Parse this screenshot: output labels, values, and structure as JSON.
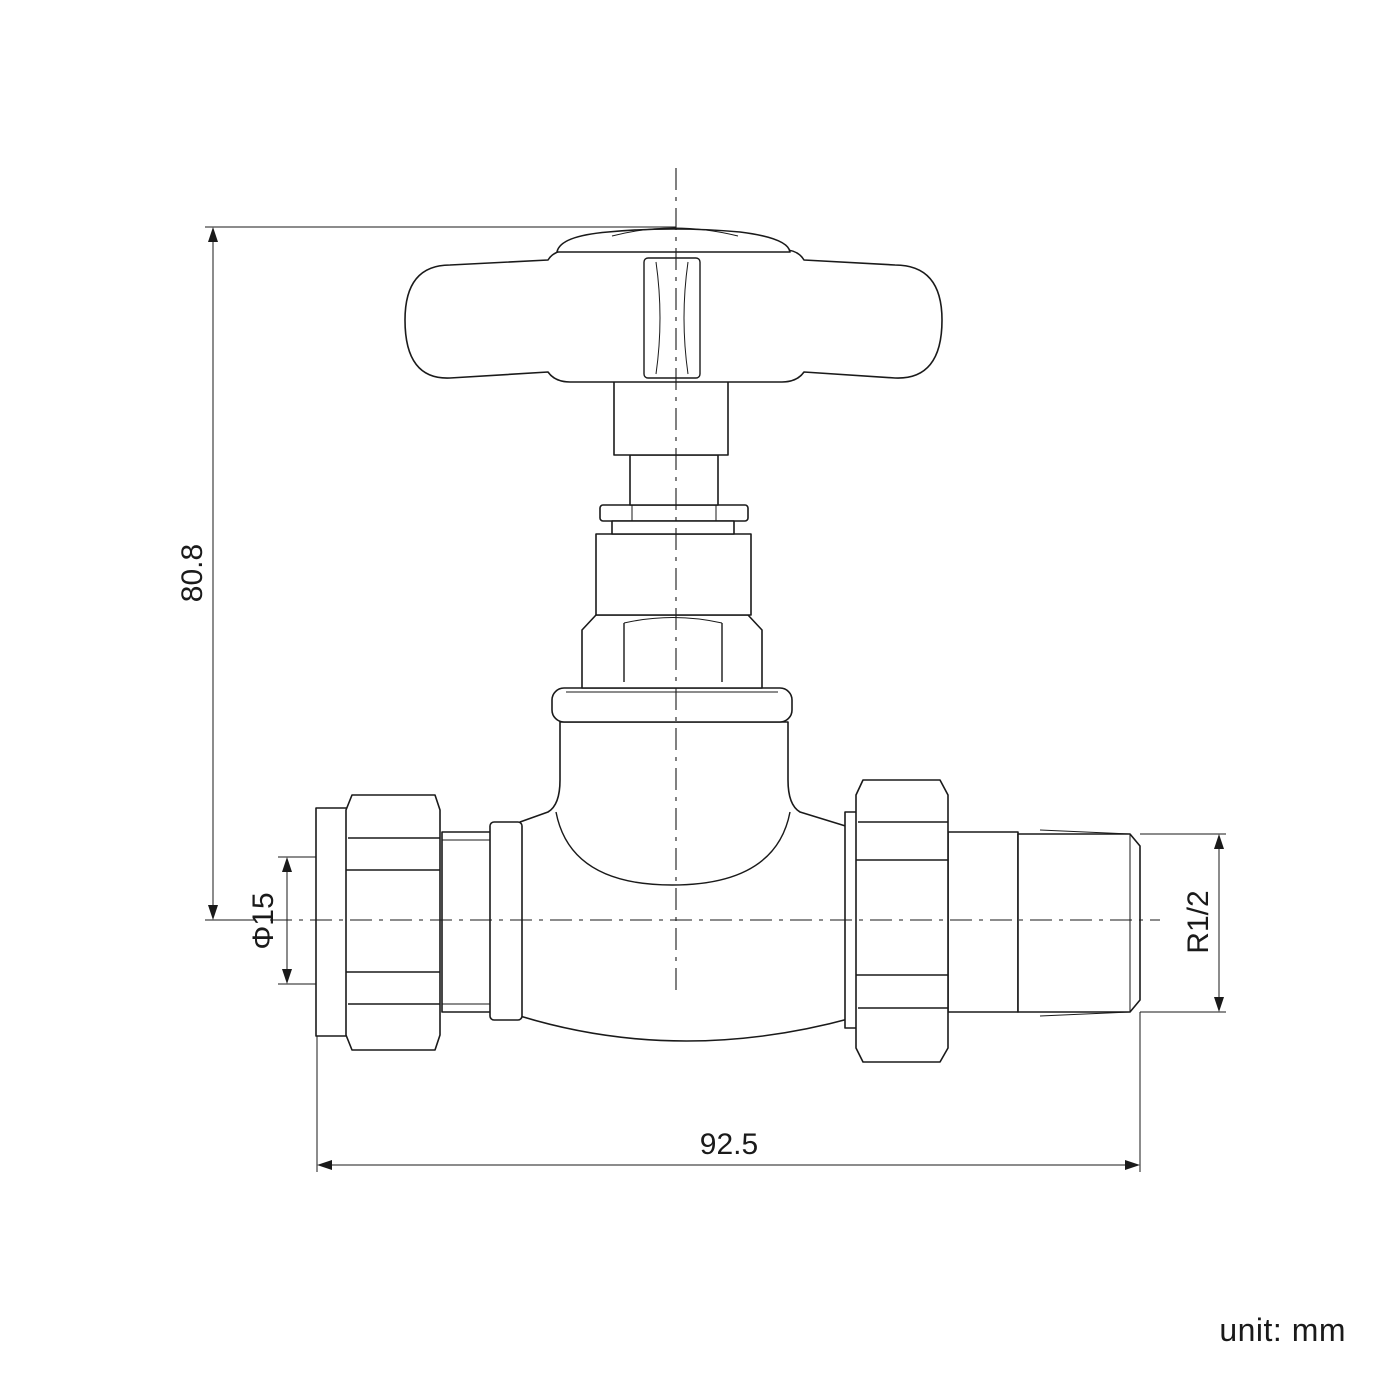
{
  "dimensions": {
    "height": "80.8",
    "width": "92.5",
    "pipe_diameter": "Φ15",
    "thread": "R1/2"
  },
  "unit_note": "unit: mm",
  "colors": {
    "line": "#1a1a1a",
    "background": "#ffffff"
  }
}
